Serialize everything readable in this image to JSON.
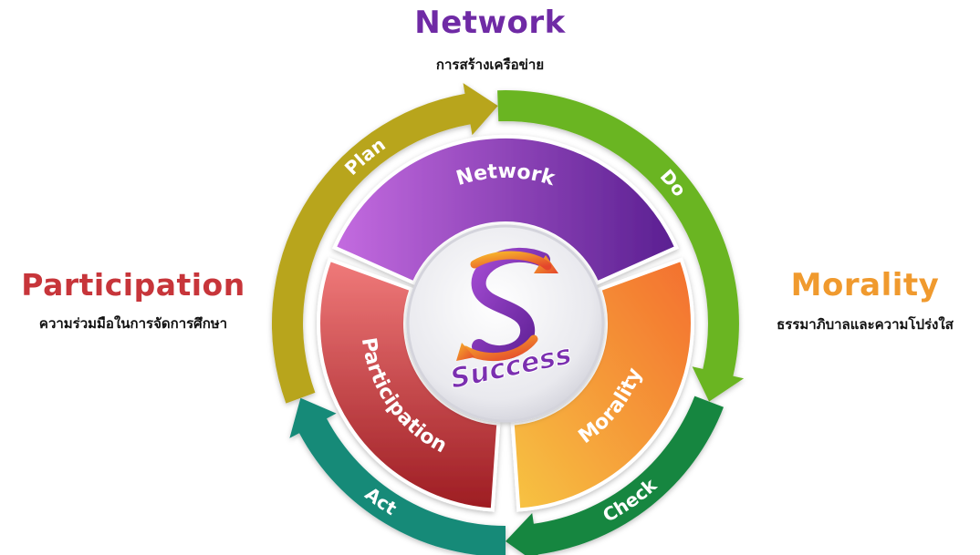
{
  "top": {
    "title": "Network",
    "subtitle": "การสร้างเครือข่าย"
  },
  "left": {
    "title": "Participation",
    "subtitle": "ความร่วมมือในการจัดการศึกษา"
  },
  "right": {
    "title": "Morality",
    "subtitle": "ธรรมาภิบาลและความโปร่งใส"
  },
  "cycle": {
    "plan": "Plan",
    "do": "Do",
    "check": "Check",
    "act": "Act"
  },
  "segments": {
    "network": "Network",
    "participation": "Participation",
    "morality": "Morality"
  },
  "center": {
    "logo_text": "Success"
  },
  "colors": {
    "network": "#7b2fb0",
    "participation": "#c4333a",
    "morality": "#f0922e",
    "plan": "#b8a51f",
    "do": "#6ab521",
    "check": "#17863f",
    "act": "#138a78"
  }
}
